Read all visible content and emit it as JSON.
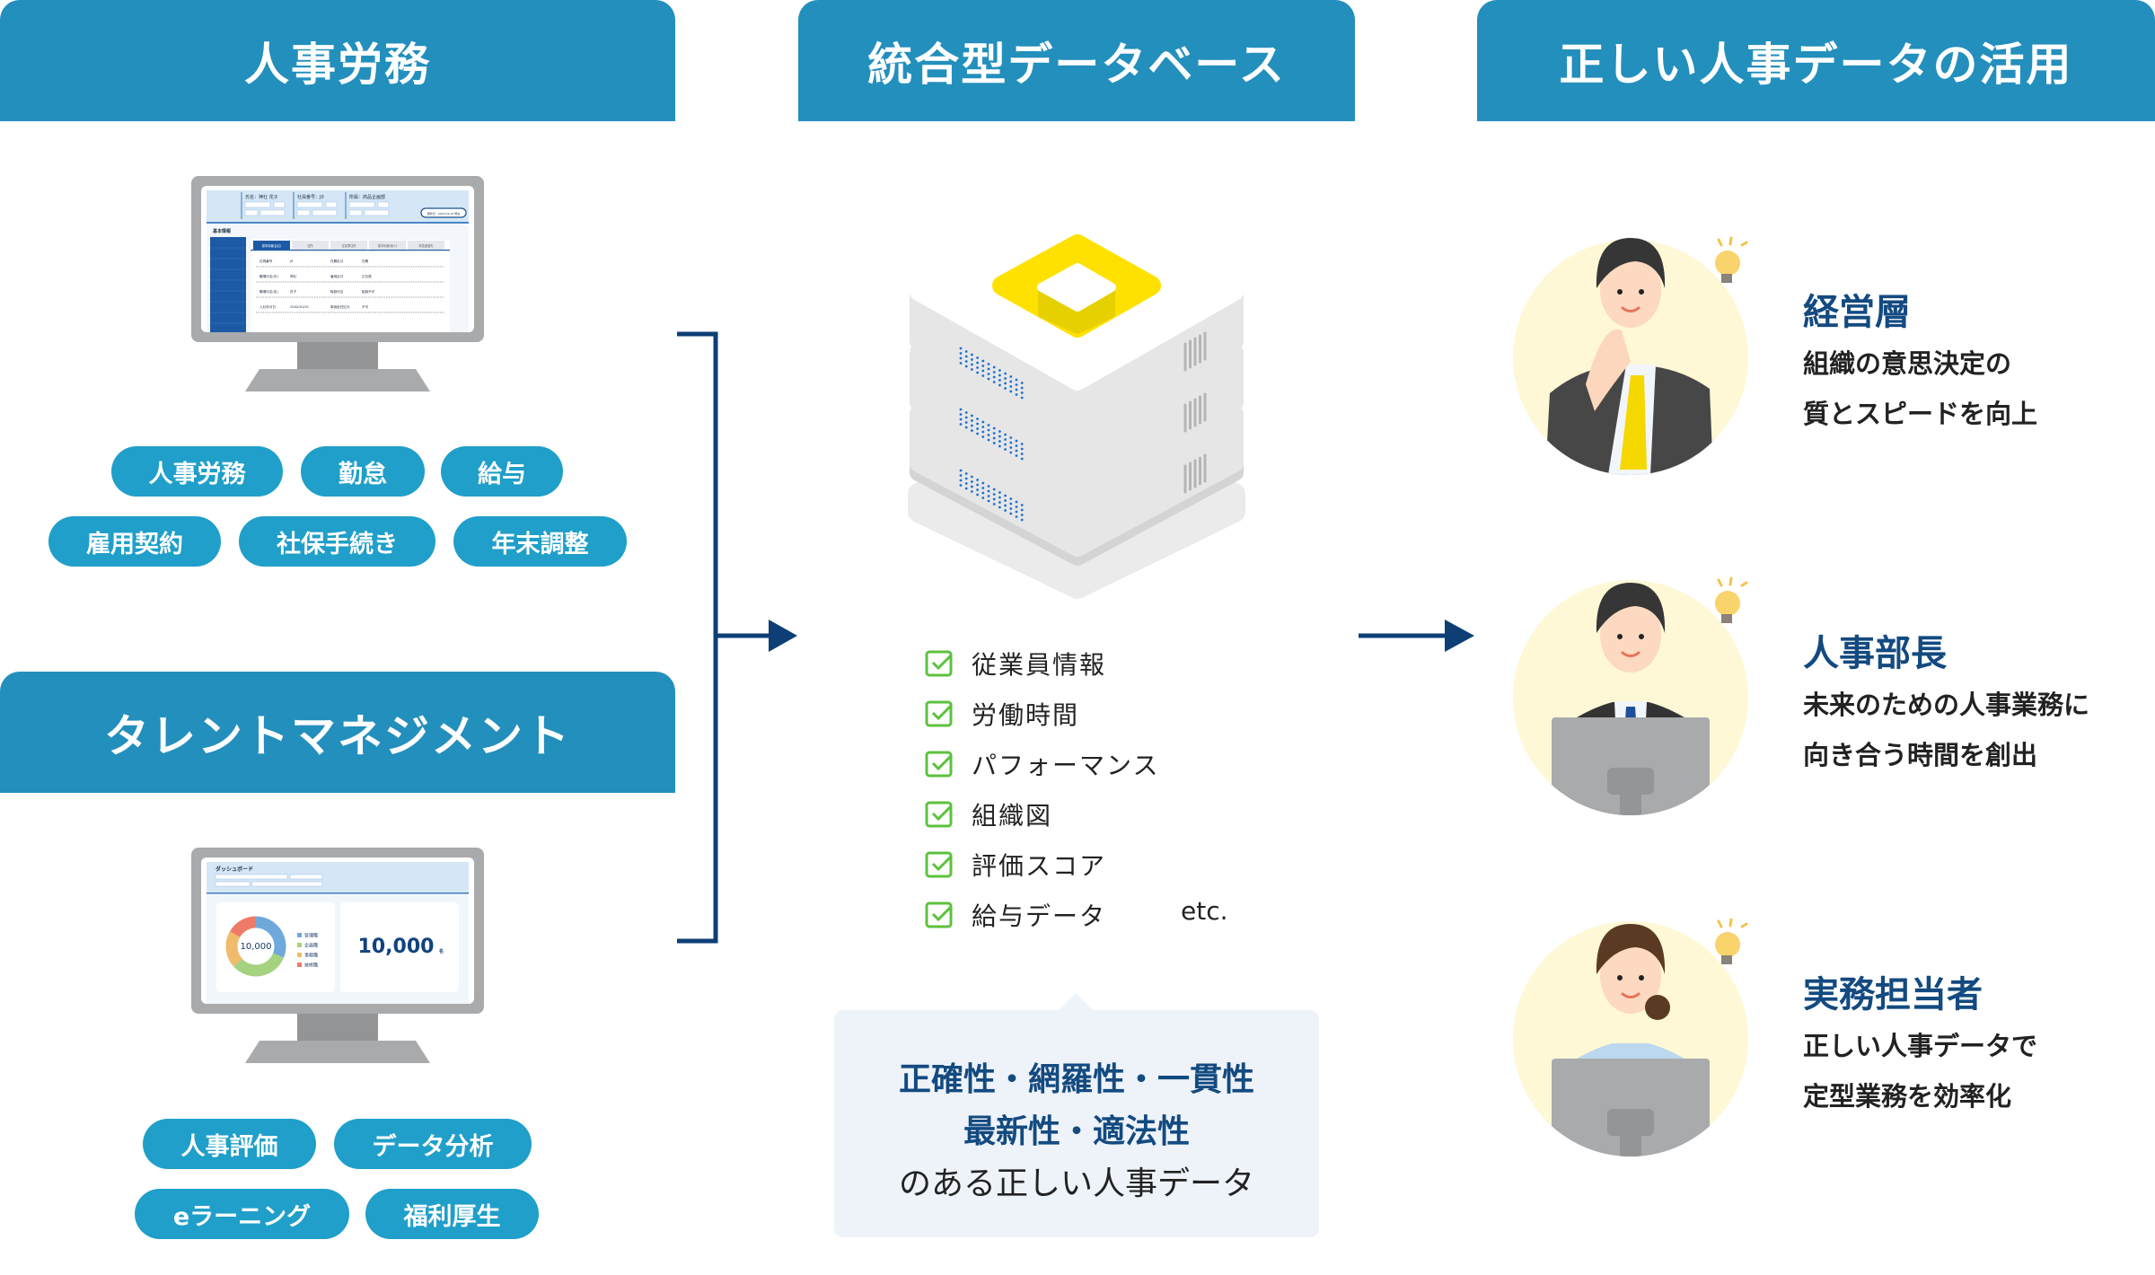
{
  "hr": {
    "title": "人事労務",
    "tags": [
      "人事労務",
      "勤怠",
      "給与",
      "雇用契約",
      "社保手続き",
      "年末調整"
    ],
    "monitor": {
      "fields": [
        "氏名：神社 花子",
        "社員番号：J0",
        "所属：商品企画部"
      ],
      "updated": "更新日：20XX-03-29 現在",
      "section": "基本情報",
      "tabs": [
        "基本情報(会社)",
        "住所",
        "住民票住所",
        "基本情報(個人)",
        "緊急連絡先"
      ],
      "rows": [
        [
          "社員番号",
          "J0",
          "在籍区分",
          "在籍"
        ],
        [
          "職場氏名(氏)",
          "神社",
          "雇用区分",
          "正社員"
        ],
        [
          "職場氏名(名)",
          "花子",
          "転勤可否",
          "転勤不可"
        ],
        [
          "入社年月日",
          "20XX/01/01",
          "単身赴任区分",
          "不可"
        ]
      ]
    }
  },
  "talent": {
    "title": "タレントマネジメント",
    "tags": [
      "人事評価",
      "データ分析",
      "eラーニング",
      "福利厚生"
    ],
    "monitor": {
      "title": "ダッシュボード",
      "donut_total": "10,000",
      "legend": [
        "管理職",
        "企画職",
        "事務職",
        "技術職"
      ],
      "legend_colors": [
        "#6fa9dc",
        "#a5d27f",
        "#f0bb6a",
        "#ee7b67"
      ],
      "count": "10,000",
      "count_unit": "名"
    }
  },
  "database": {
    "title": "統合型データベース",
    "items": [
      "従業員情報",
      "労働時間",
      "パフォーマンス",
      "組織図",
      "評価スコア",
      "給与データ"
    ],
    "etc": "etc.",
    "qualities": {
      "line1": "正確性・網羅性・一貫性",
      "line2": "最新性・適法性",
      "line3": "のある正しい人事データ"
    }
  },
  "usage": {
    "title": "正しい人事データの活用",
    "personas": [
      {
        "title": "経営層",
        "lines": [
          "組織の意思決定の",
          "質とスピードを向上"
        ]
      },
      {
        "title": "人事部長",
        "lines": [
          "未来のための人事業務に",
          "向き合う時間を創出"
        ]
      },
      {
        "title": "実務担当者",
        "lines": [
          "正しい人事データで",
          "定型業務を効率化"
        ]
      }
    ]
  },
  "colors": {
    "header": "#238fbd",
    "pill": "#1f9fc9",
    "navy": "#0d3f75",
    "check": "#5cc23c",
    "accent_yellow": "#ffe100"
  }
}
